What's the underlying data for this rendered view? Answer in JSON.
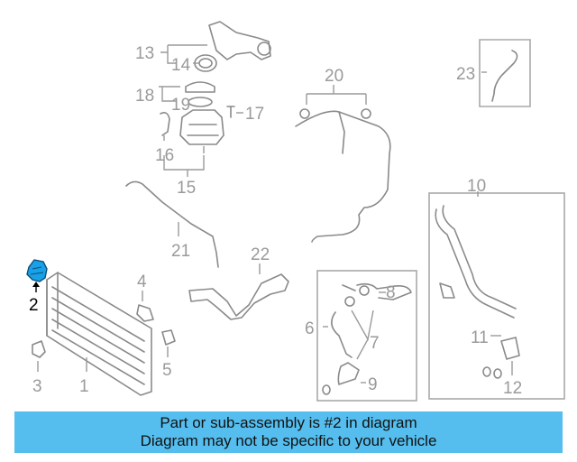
{
  "diagram": {
    "highlight_color": "#1aa0e6",
    "callouts": {
      "c1": "1",
      "c2": "2",
      "c3": "3",
      "c4": "4",
      "c5": "5",
      "c6": "6",
      "c7": "7",
      "c8": "8",
      "c9": "9",
      "c10": "10",
      "c11": "11",
      "c12": "12",
      "c13": "13",
      "c14": "14",
      "c15": "15",
      "c16": "16",
      "c17": "17",
      "c18": "18",
      "c19": "19",
      "c20": "20",
      "c21": "21",
      "c22": "22",
      "c23": "23"
    }
  },
  "banner": {
    "background": "#55beee",
    "line1": "Part or sub-assembly is #2 in diagram",
    "line2": "Diagram may not be specific to your vehicle"
  }
}
